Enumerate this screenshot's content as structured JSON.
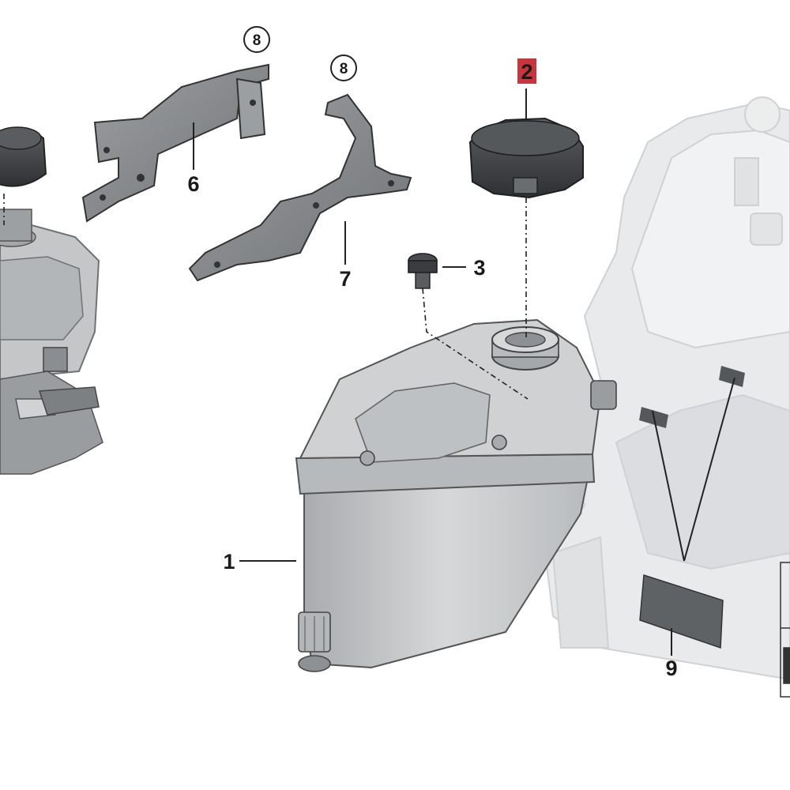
{
  "callouts": [
    {
      "label": "1"
    },
    {
      "label": "2",
      "highlight": "#c8353d"
    },
    {
      "label": "3"
    },
    {
      "label": "6"
    },
    {
      "label": "7"
    },
    {
      "label": "8"
    },
    {
      "label": "8"
    },
    {
      "label": "9"
    }
  ],
  "colors": {
    "tank_body": "#c9cbcc",
    "tank_shadow": "#8e9193",
    "cap_dark": "#3d3f42",
    "bracket": "#8a8d90",
    "ghost_part": "#e6e7e8",
    "highlight_label_bg": "#c8353d"
  }
}
